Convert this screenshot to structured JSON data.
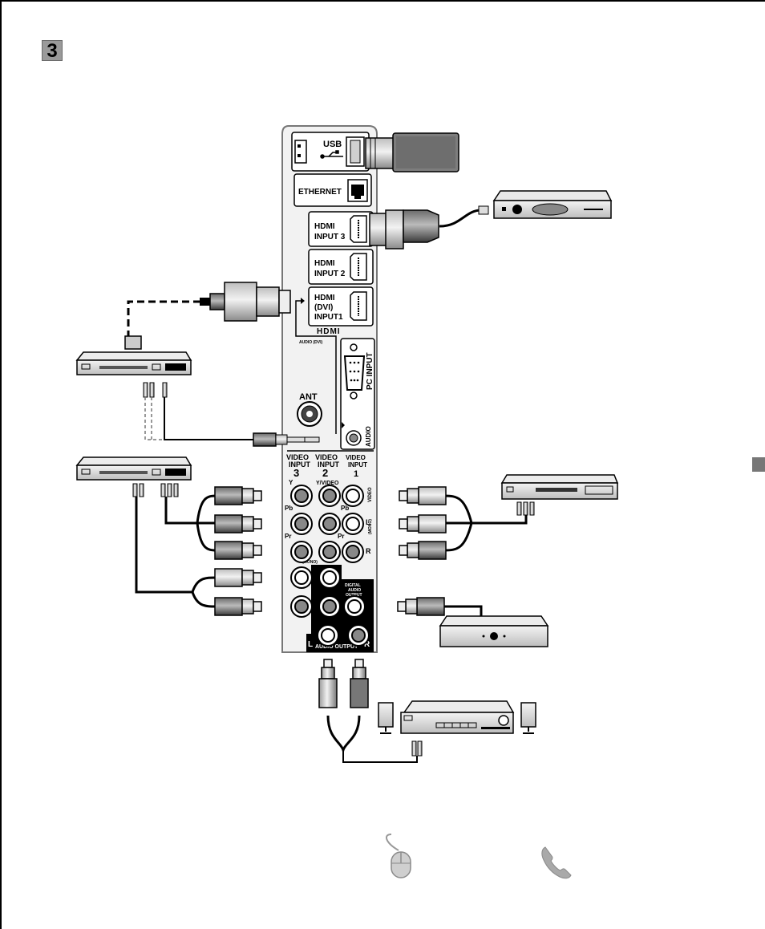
{
  "step_number": "3",
  "panel": {
    "usb": "USB",
    "ethernet": "ETHERNET",
    "hdmi3": [
      "HDMI",
      "INPUT 3"
    ],
    "hdmi2": [
      "HDMI",
      "INPUT 2"
    ],
    "hdmi1": [
      "HDMI",
      "(DVI)",
      "INPUT1"
    ],
    "hdmi_logo": "HDMI",
    "audio_dvi": "AUDIO (DVI)",
    "pc_input": "PC INPUT",
    "pc_audio": "AUDIO",
    "ant": "ANT",
    "vi3": [
      "VIDEO",
      "INPUT",
      "3"
    ],
    "vi2": [
      "VIDEO",
      "INPUT",
      "2"
    ],
    "vi1": [
      "VIDEO",
      "INPUT",
      "1"
    ],
    "y": "Y",
    "pb": "Pb",
    "pr": "Pr",
    "y_video": "Y/VIDEO",
    "video": "VIDEO",
    "l": "L",
    "mono": "(MONO)",
    "r": "R",
    "mono_bottom": "(MONO)",
    "l_bottom": "L",
    "digital": [
      "DIGITAL",
      "AUDIO",
      "OUTPUT"
    ],
    "audio_output": "AUDIO OUTPUT",
    "ao_l": "L",
    "ao_r": "R"
  },
  "colors": {
    "ink": "#000000",
    "grey": "#8a8a8a",
    "light": "#d8d8d8",
    "panel": "#ececec"
  },
  "icons": [
    "usb-stick-icon",
    "set-top-box-icon",
    "dvd-player-icon",
    "vcr-icon",
    "amplifier-icon",
    "av-receiver-icon",
    "speaker-icon",
    "mouse-icon",
    "phone-icon"
  ]
}
